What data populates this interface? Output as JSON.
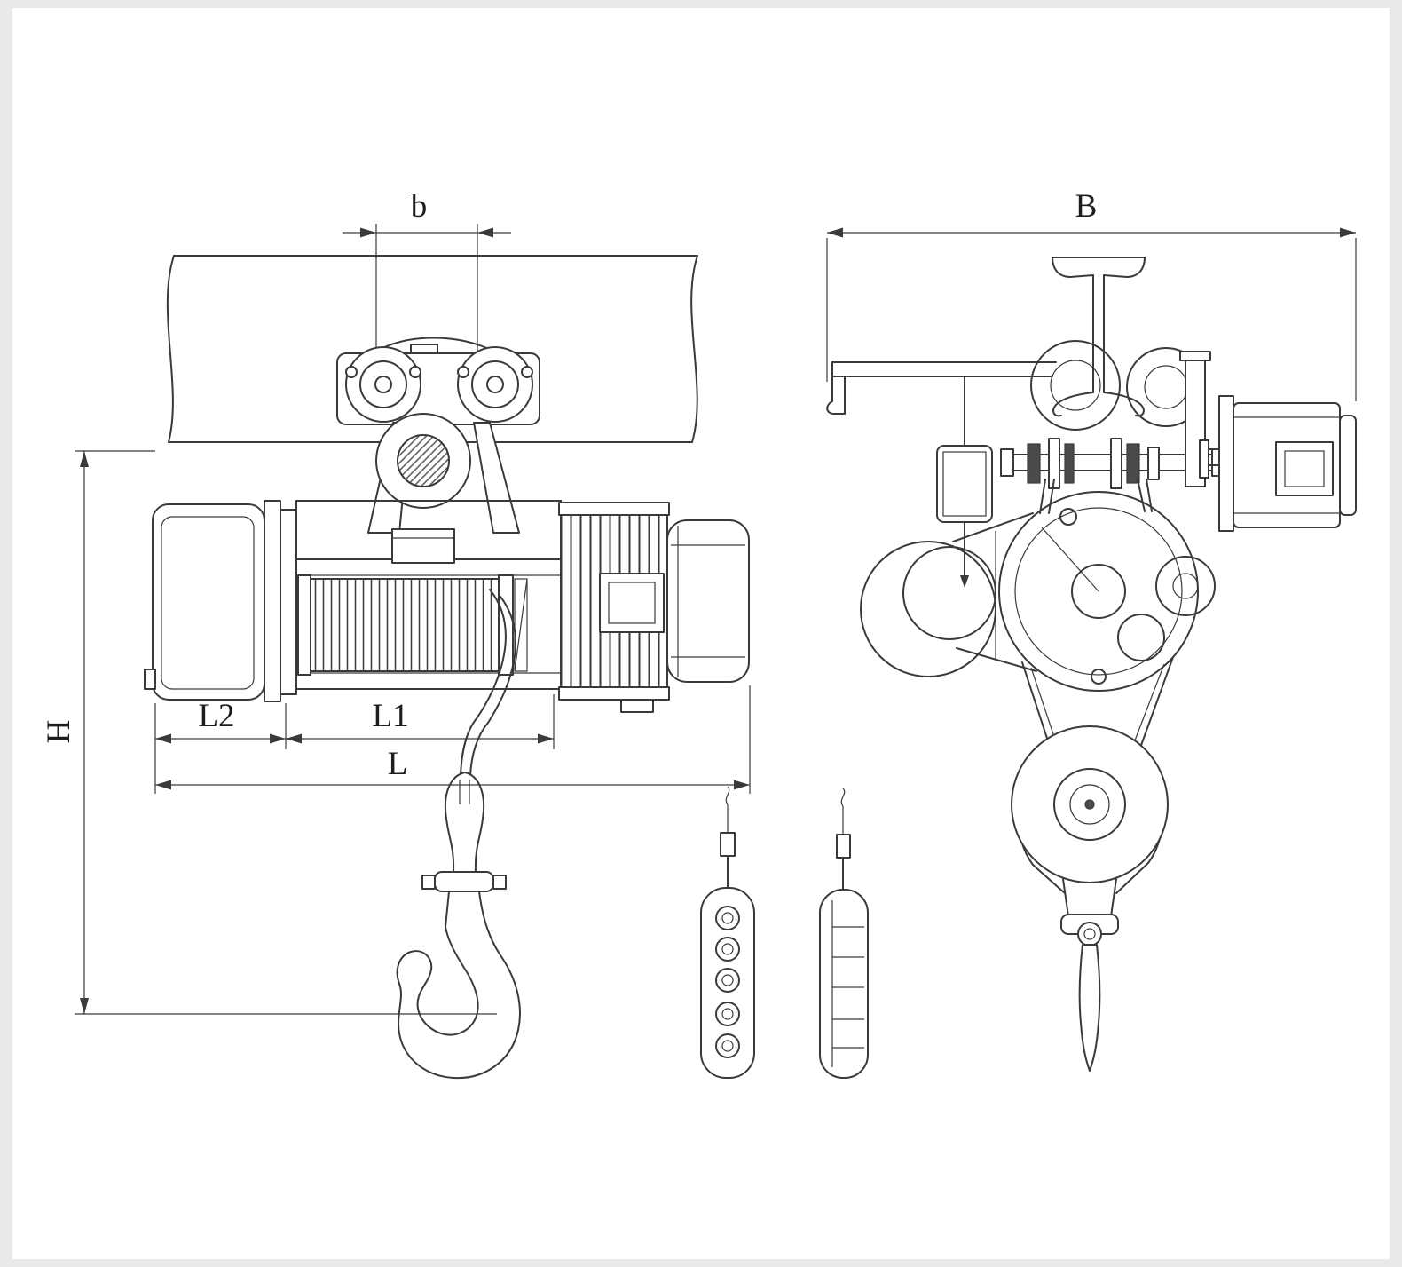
{
  "page": {
    "background": "#e9e9e9",
    "paper": "#ffffff",
    "line_color": "#3a3a3a"
  },
  "dimensions": {
    "b": "b",
    "B": "B",
    "H": "H",
    "L": "L",
    "L1": "L1",
    "L2": "L2"
  }
}
